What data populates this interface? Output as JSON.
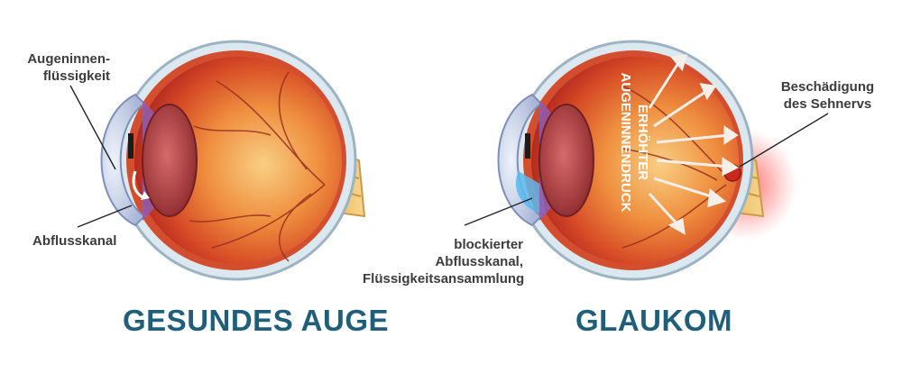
{
  "healthy": {
    "title": "GESUNDES AUGE",
    "label_fluid": [
      "Augeninnen-",
      "flüssigkeit"
    ],
    "label_drain": "Abflusskanal"
  },
  "glaucoma": {
    "title": "GLAUKOM",
    "label_optic_damage": [
      "Beschädigung",
      "des Sehnervs"
    ],
    "label_blocked": [
      "blockierter",
      "Abflusskanal,",
      "Flüssigkeitsansammlung"
    ],
    "pressure_text": [
      "ERHÖHTER",
      "AUGENINNENDRUCK"
    ]
  },
  "colors": {
    "title": "#1f5f7a",
    "label": "#3c3c3c",
    "sclera": "#d9e6ee",
    "retina": "#c9362a",
    "fundus_center": "#f7b96a",
    "lens": "#a93a3c",
    "optic_nerve": "#f3c66a",
    "damage_glow": "#ff3b3b",
    "fluid_blue": "#5ab8ee"
  }
}
